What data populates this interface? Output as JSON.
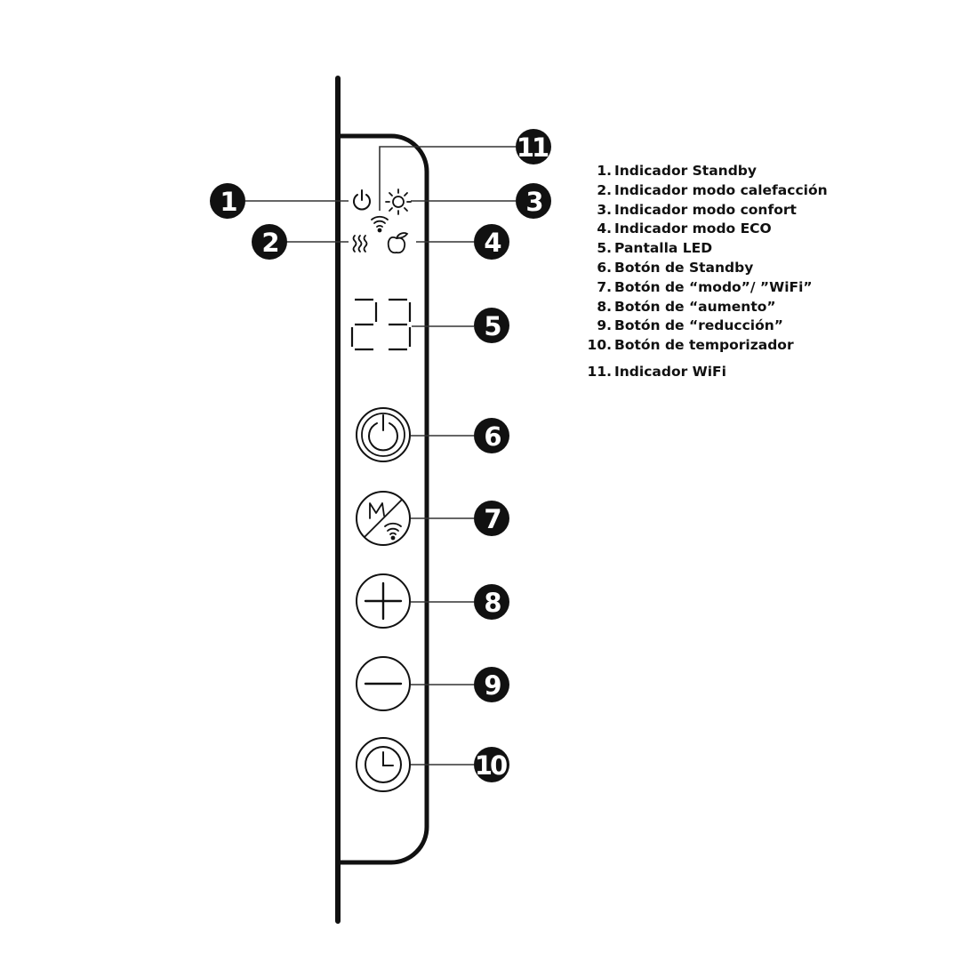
{
  "diagram": {
    "title": "",
    "display": {
      "value": "23"
    },
    "colors": {
      "line": "#111111",
      "callout_fill": "#111111",
      "callout_text": "#ffffff",
      "background": "#ffffff"
    },
    "callouts": [
      {
        "number": "1",
        "target": "standby-indicator"
      },
      {
        "number": "2",
        "target": "heating-mode-indicator"
      },
      {
        "number": "3",
        "target": "comfort-mode-indicator"
      },
      {
        "number": "4",
        "target": "eco-mode-indicator"
      },
      {
        "number": "5",
        "target": "led-display"
      },
      {
        "number": "6",
        "target": "standby-button"
      },
      {
        "number": "7",
        "target": "mode-wifi-button"
      },
      {
        "number": "8",
        "target": "increase-button"
      },
      {
        "number": "9",
        "target": "decrease-button"
      },
      {
        "number": "10",
        "target": "timer-button"
      },
      {
        "number": "11",
        "target": "wifi-indicator"
      }
    ],
    "icons": {
      "standby_indicator": "power-icon",
      "heating_indicator": "heat-waves-icon",
      "comfort_indicator": "sun-icon",
      "eco_indicator": "apple-leaf-icon",
      "wifi_indicator": "wifi-icon",
      "standby_button": "power-icon",
      "mode_wifi_button": "mode-wifi-icon",
      "increase_button": "plus-icon",
      "decrease_button": "minus-icon",
      "timer_button": "clock-icon"
    }
  },
  "legend": {
    "items": [
      {
        "num": "1.",
        "label": "Indicador Standby"
      },
      {
        "num": "2.",
        "label": "Indicador modo calefacción"
      },
      {
        "num": "3.",
        "label": "Indicador modo confort"
      },
      {
        "num": "4.",
        "label": "Indicador modo ECO"
      },
      {
        "num": "5.",
        "label": "Pantalla LED"
      },
      {
        "num": "6.",
        "label": "Botón de Standby"
      },
      {
        "num": "7.",
        "label": "Botón de “modo”/ ”WiFi”"
      },
      {
        "num": "8.",
        "label": "Botón de “aumento”"
      },
      {
        "num": "9.",
        "label": "Botón de “reducción”"
      },
      {
        "num": "10.",
        "label": "Botón de temporizador"
      },
      {
        "num": "11.",
        "label": "Indicador WiFi"
      }
    ]
  }
}
